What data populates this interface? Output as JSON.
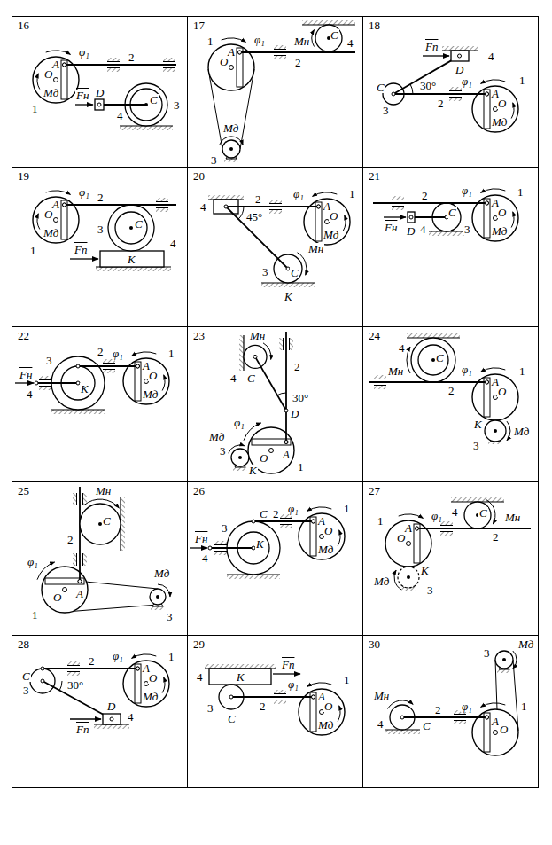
{
  "diagram": {
    "nodes": [
      {
        "text": [
          "16"
        ]
      },
      {
        "text": [
          "17"
        ]
      },
      {
        "text": [
          "18"
        ]
      },
      {
        "text": [
          "19"
        ]
      },
      {
        "text": [
          "20"
        ]
      },
      {
        "text": [
          "21"
        ]
      },
      {
        "text": [
          "22"
        ]
      },
      {
        "text": [
          "23"
        ]
      },
      {
        "text": [
          "24"
        ]
      },
      {
        "text": [
          "25"
        ]
      },
      {
        "text": [
          "26"
        ]
      },
      {
        "text": [
          "27"
        ]
      },
      {
        "text": [
          "28"
        ]
      },
      {
        "text": [
          "29"
        ]
      },
      {
        "text": [
          "30"
        ]
      }
    ],
    "labels": [
      "A",
      "φ₁",
      "2",
      "O",
      "Mд",
      "1",
      "D",
      "Fн",
      "4",
      "C",
      "3",
      "1",
      "A",
      "φ₁",
      "O",
      "2",
      "Mн",
      "C",
      "4",
      "3",
      "Mд",
      "4",
      "D",
      "Fп",
      "C",
      "3",
      "30°",
      "2",
      "A",
      "φ₁",
      "O",
      "Mд",
      "1",
      "A",
      "φ₁",
      "O",
      "Mд",
      "1",
      "2",
      "3",
      "C",
      "K",
      "4",
      "Fп",
      "4",
      "2",
      "45°",
      "3",
      "C",
      "K",
      "Mн",
      "A",
      "φ₁",
      "O",
      "Mд",
      "1",
      "2",
      "D",
      "Fн",
      "4",
      "C",
      "3",
      "A",
      "φ₁",
      "O",
      "Mд",
      "1",
      "3",
      "K",
      "2",
      "4",
      "Fн",
      "A",
      "φ₁",
      "O",
      "Mд",
      "1",
      "Mн",
      "C",
      "4",
      "2",
      "30°",
      "D",
      "1",
      "A",
      "O",
      "φ₁",
      "3",
      "Mд",
      "K",
      "4",
      "C",
      "Mн",
      "2",
      "A",
      "φ₁",
      "O",
      "1",
      "K",
      "3",
      "Mд",
      "Mн",
      "C",
      "2",
      "A",
      "O",
      "φ₁",
      "1",
      "Mд",
      "3",
      "2",
      "C",
      "3",
      "K",
      "4",
      "Fн",
      "A",
      "φ₁",
      "O",
      "Mд",
      "1",
      "1",
      "A",
      "φ₁",
      "O",
      "4",
      "C",
      "Mн",
      "2",
      "K",
      "3",
      "Mд",
      "C",
      "3",
      "2",
      "30°",
      "Fп",
      "D",
      "4",
      "A",
      "φ₁",
      "O",
      "Mд",
      "1",
      "4",
      "K",
      "Fп",
      "3",
      "C",
      "2",
      "A",
      "φ₁",
      "O",
      "Mд",
      "1",
      "Mн",
      "4",
      "C",
      "2",
      "A",
      "φ₁",
      "O",
      "1",
      "3",
      "Mд"
    ]
  }
}
